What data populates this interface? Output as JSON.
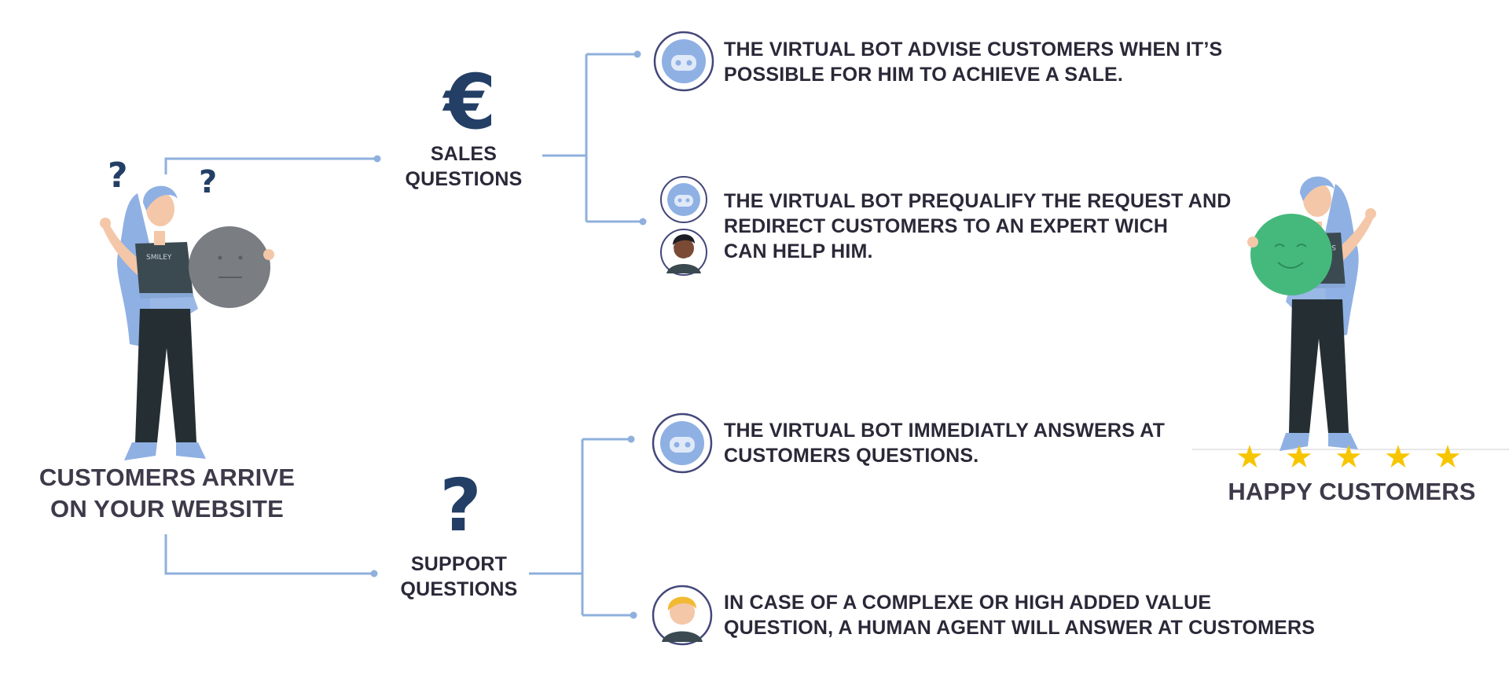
{
  "colors": {
    "connector": "#8fb0dc",
    "navy": "#233f66",
    "text": "#2b2838",
    "star": "#f7c500",
    "ball_grey": "#7a7d82",
    "ball_green": "#45b97c",
    "hair": "#8fb0e3",
    "shirt": "#3a4a50",
    "pants": "#252f33",
    "skin": "#f3c7a8"
  },
  "left": {
    "caption_line1": "CUSTOMERS ARRIVE",
    "caption_line2": "ON YOUR WEBSITE",
    "question_mark_1": "?",
    "question_mark_2": "?",
    "shirt_text": "SMILEY"
  },
  "sales": {
    "icon": "€",
    "icon_name": "euro-icon",
    "label_line1": "SALES",
    "label_line2": "QUESTIONS",
    "items": [
      {
        "icon_name": "bot-icon",
        "line1": "THE VIRTUAL BOT ADVISE CUSTOMERS WHEN IT’S",
        "line2": "POSSIBLE FOR HIM TO ACHIEVE A SALE."
      },
      {
        "icon_name": "bot-and-agent-icon",
        "line1": "THE VIRTUAL BOT PREQUALIFY THE REQUEST AND",
        "line2": "REDIRECT CUSTOMERS TO AN EXPERT WICH",
        "line3": "CAN HELP HIM."
      }
    ]
  },
  "support": {
    "icon": "?",
    "icon_name": "question-icon",
    "label_line1": "SUPPORT",
    "label_line2": "QUESTIONS",
    "items": [
      {
        "icon_name": "bot-icon",
        "line1": "THE VIRTUAL BOT IMMEDIATLY ANSWERS AT",
        "line2": "CUSTOMERS QUESTIONS."
      },
      {
        "icon_name": "human-agent-icon",
        "line1": "IN CASE OF A COMPLEXE OR HIGH ADDED VALUE",
        "line2": "QUESTION, A HUMAN AGENT WILL ANSWER AT CUSTOMERS"
      }
    ]
  },
  "right": {
    "caption": "HAPPY CUSTOMERS",
    "rating": 5,
    "rating_max": 5,
    "shirt_text": "SMILEY"
  }
}
